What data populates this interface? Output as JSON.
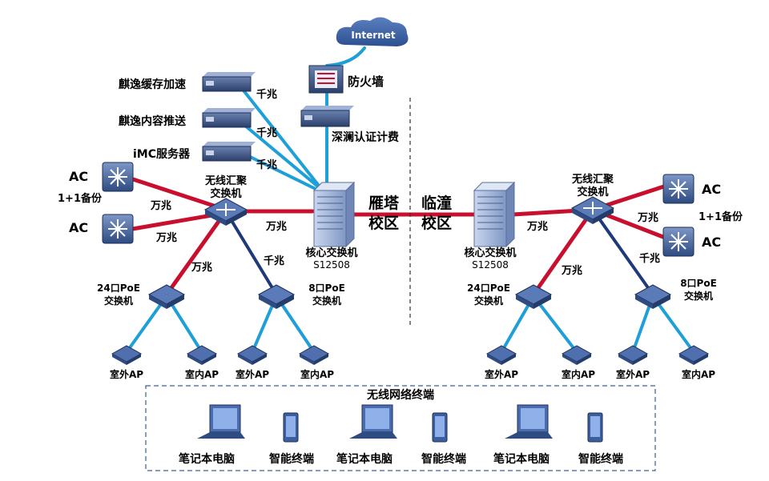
{
  "internet": "Internet",
  "firewall": "防火墙",
  "auth": "深澜认证计费",
  "servers": [
    "麒逸缓存加速",
    "麒逸内容推送",
    "iMC服务器"
  ],
  "server_links": [
    "千兆",
    "千兆",
    "千兆"
  ],
  "speed": {
    "gigabit": "千兆",
    "ten_gigabit": "万兆"
  },
  "ac": "AC",
  "backup": "1+1备份",
  "agg_switch": [
    "无线汇聚",
    "交换机"
  ],
  "core": {
    "label": "核心交换机",
    "model": "S12508"
  },
  "campus_left": [
    "雁塔",
    "校区"
  ],
  "campus_right": [
    "临潼",
    "校区"
  ],
  "poe24": [
    "24口PoE",
    "交换机"
  ],
  "poe8": [
    "8口PoE",
    "交换机"
  ],
  "ap_outdoor": "室外AP",
  "ap_indoor": "室内AP",
  "terminals": {
    "title": "无线网络终端",
    "laptop": "笔记本电脑",
    "smart": "智能终端"
  },
  "colors": {
    "ten_gigabit_link": "#c8102e",
    "gigabit_link": "#1e9fd8",
    "navy_link": "#1f3a7a",
    "device": "#3b5f9e"
  }
}
